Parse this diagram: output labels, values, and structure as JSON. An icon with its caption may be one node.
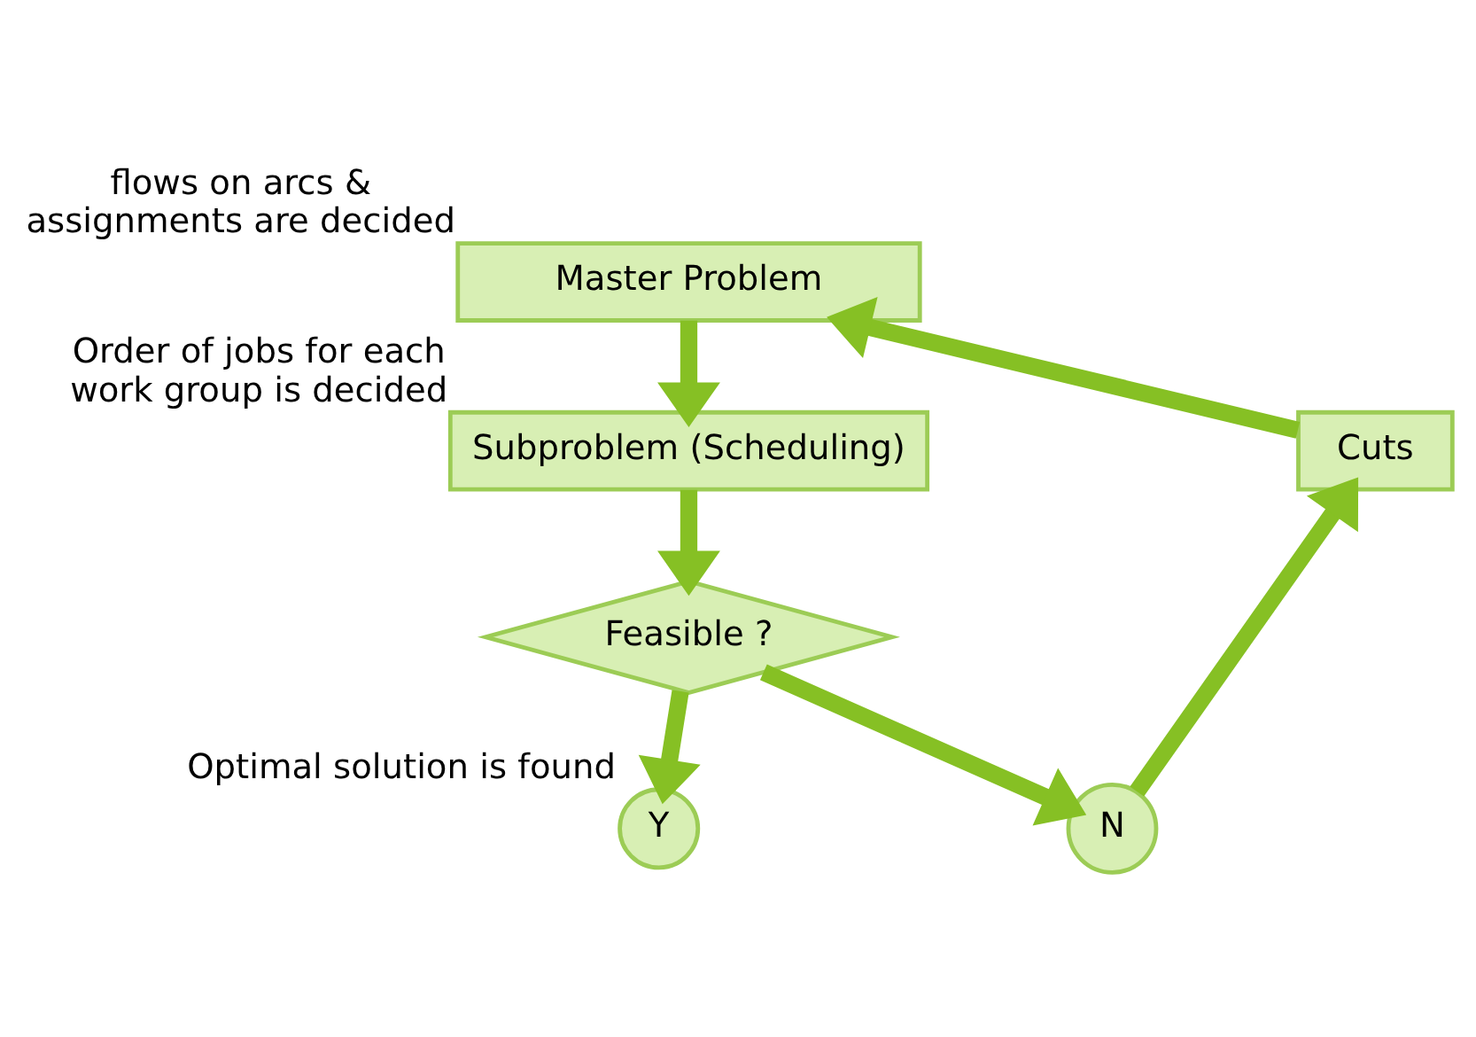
{
  "diagram": {
    "nodes": [
      {
        "text": [
          "Master Problem"
        ],
        "beside": [
          "flows on arcs & assignments are decided"
        ]
      },
      {
        "text": [
          "Subproblem (Scheduling)"
        ],
        "beside": [
          "Order of jobs for each work group is decided"
        ]
      },
      {
        "text": [
          "Feasible ?"
        ]
      },
      {
        "text": [
          "Y"
        ],
        "beside": [
          "Optimal solution is found"
        ]
      },
      {
        "text": [
          "N"
        ]
      },
      {
        "text": [
          "Cuts"
        ]
      }
    ],
    "edges": [
      {
        "from": 0,
        "to": 1,
        "arrow": "to"
      },
      {
        "from": 1,
        "to": 2,
        "arrow": "to"
      },
      {
        "from": 2,
        "to": 3,
        "arrow": "to"
      },
      {
        "from": 2,
        "to": 4,
        "arrow": "to"
      },
      {
        "from": 4,
        "to": 5,
        "arrow": "to"
      },
      {
        "from": 5,
        "to": 0,
        "arrow": "to"
      }
    ]
  }
}
